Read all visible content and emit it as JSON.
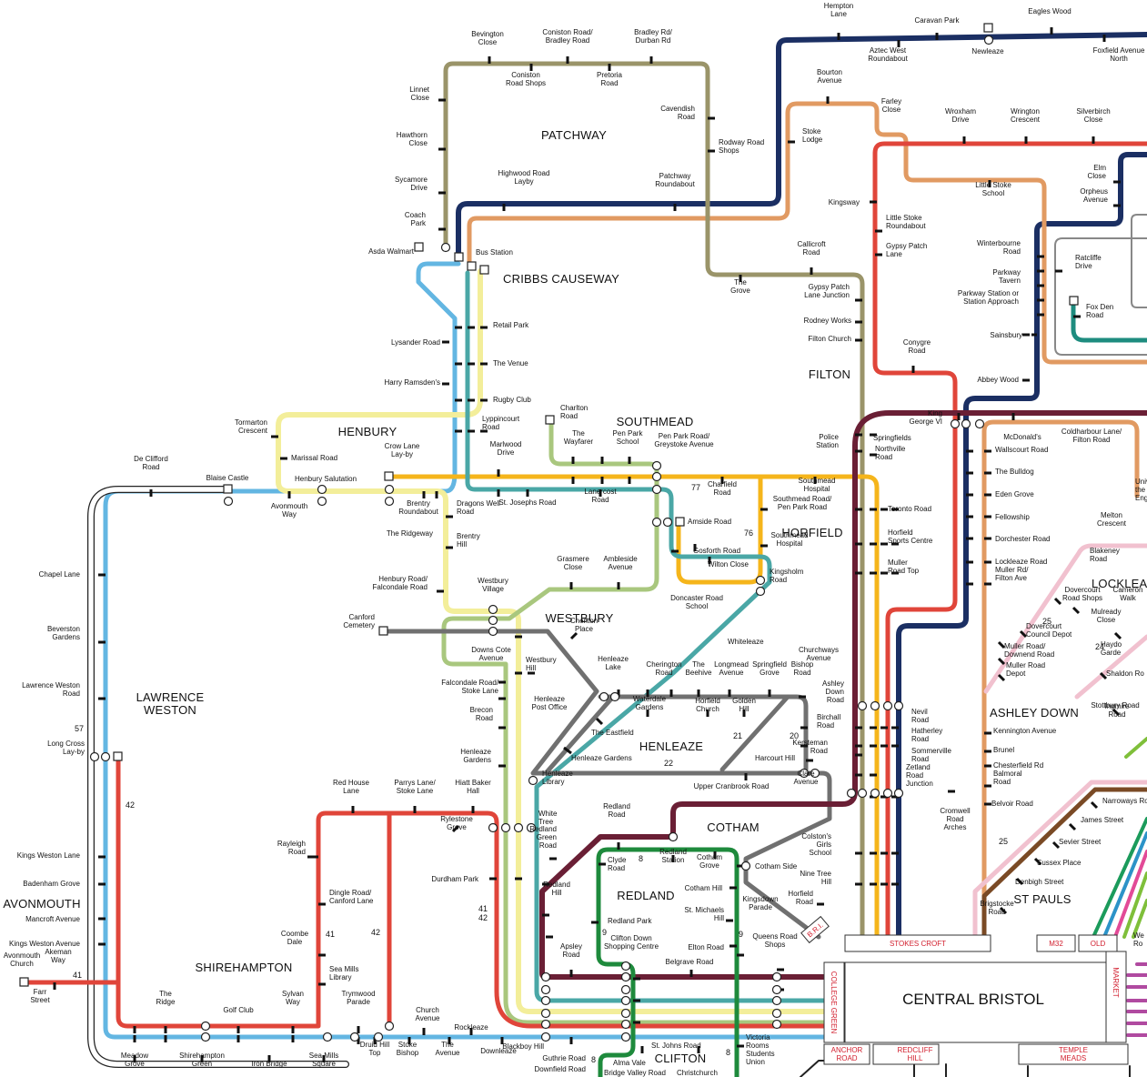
{
  "areas": {
    "patchway": "PATCHWAY",
    "cribbs": "CRIBBS CAUSEWAY",
    "henbury": "HENBURY",
    "southmead": "SOUTHMEAD",
    "filton": "FILTON",
    "horfield": "HORFIELD",
    "westbury": "WESTBURY",
    "lawrence_weston_1": "LAWRENCE",
    "lawrence_weston_2": "WESTON",
    "henleaze": "HENLEAZE",
    "cotham": "COTHAM",
    "redland": "REDLAND",
    "avonmouth": "AVONMOUTH",
    "shirehampton": "SHIREHAMPTON",
    "ashley_down": "ASHLEY DOWN",
    "st_pauls": "ST PAULS",
    "lockleaze": "LOCKLEA",
    "clifton": "CLIFTON",
    "central": "CENTRAL BRISTOL"
  },
  "boxes": {
    "stokes_croft": "STOKES CROFT",
    "college_green": "COLLEGE GREEN",
    "anchor_road_1": "ANCHOR",
    "anchor_road_2": "ROAD",
    "redcliff_1": "REDCLIFF",
    "redcliff_2": "HILL",
    "temple_1": "TEMPLE",
    "temple_2": "MEADS",
    "m32": "M32",
    "old": "OLD",
    "market": "MARKET",
    "bri": "B.R.I."
  },
  "route_numbers": {
    "r77": "77",
    "r76": "76",
    "r57": "57",
    "r42a": "42",
    "r41a": "41",
    "r42b": "42",
    "r41b": "41",
    "r41c": "41",
    "r42c": "42",
    "r22": "22",
    "r21": "21",
    "r20": "20",
    "r8a": "8",
    "r9a": "9",
    "r9b": "9",
    "r8b": "8",
    "r8c": "8",
    "r25a": "25",
    "r24": "24",
    "r25b": "25"
  },
  "stops": [
    {
      "t": [
        "Hempton",
        "Lane"
      ]
    },
    {
      "t": [
        "Caravan Park"
      ]
    },
    {
      "t": [
        "Eagles Wood"
      ]
    },
    {
      "t": [
        "Aztec West",
        "Roundabout"
      ]
    },
    {
      "t": [
        "Newleaze"
      ]
    },
    {
      "t": [
        "Foxfield Avenue",
        "North"
      ]
    },
    {
      "t": [
        "Bevington",
        "Close"
      ]
    },
    {
      "t": [
        "Coniston Road/",
        "Bradley Road"
      ]
    },
    {
      "t": [
        "Bradley Rd/",
        "Durban Rd"
      ]
    },
    {
      "t": [
        "Coniston",
        "Road Shops"
      ]
    },
    {
      "t": [
        "Pretoria",
        "Road"
      ]
    },
    {
      "t": [
        "Bourton",
        "Avenue"
      ]
    },
    {
      "t": [
        "Farley",
        "Close"
      ]
    },
    {
      "t": [
        "Wroxham",
        "Drive"
      ]
    },
    {
      "t": [
        "Wrington",
        "Crescent"
      ]
    },
    {
      "t": [
        "Silverbirch",
        "Close"
      ]
    },
    {
      "t": [
        "Linnet",
        "Close"
      ]
    },
    {
      "t": [
        "Cavendish",
        "Road"
      ]
    },
    {
      "t": [
        "Stoke",
        "Lodge"
      ]
    },
    {
      "t": [
        "Rodway Road",
        "Shops"
      ]
    },
    {
      "t": [
        "Hawthorn",
        "Close"
      ]
    },
    {
      "t": [
        "Elm",
        "Close"
      ]
    },
    {
      "t": [
        "Little Stoke",
        "School"
      ]
    },
    {
      "t": [
        "Orpheus",
        "Avenue"
      ]
    },
    {
      "t": [
        "Sycamore",
        "Drive"
      ]
    },
    {
      "t": [
        "Highwood Road",
        "Layby"
      ]
    },
    {
      "t": [
        "Patchway",
        "Roundabout"
      ]
    },
    {
      "t": [
        "Kingsway"
      ]
    },
    {
      "t": [
        "Coach",
        "Park"
      ]
    },
    {
      "t": [
        "Little Stoke",
        "Roundabout"
      ]
    },
    {
      "t": [
        "Asda Walmart"
      ]
    },
    {
      "t": [
        "Bus Station"
      ]
    },
    {
      "t": [
        "Gypsy Patch",
        "Lane"
      ]
    },
    {
      "t": [
        "Callicroft",
        "Road"
      ]
    },
    {
      "t": [
        "Winterbourne",
        "Road"
      ]
    },
    {
      "t": [
        "Ratcliffe",
        "Drive"
      ]
    },
    {
      "t": [
        "Parkway",
        "Tavern"
      ]
    },
    {
      "t": [
        "The",
        "Grove"
      ]
    },
    {
      "t": [
        "Gypsy Patch",
        "Lane Junction"
      ]
    },
    {
      "t": [
        "Parkway Station or",
        "Station Approach"
      ]
    },
    {
      "t": [
        "Fox Den",
        "Road"
      ]
    },
    {
      "t": [
        "Retail Park"
      ]
    },
    {
      "t": [
        "Rodney Works"
      ]
    },
    {
      "t": [
        "Sainsbury"
      ]
    },
    {
      "t": [
        "Lysander Road"
      ]
    },
    {
      "t": [
        "Filton Church"
      ]
    },
    {
      "t": [
        "Conygre",
        "Road"
      ]
    },
    {
      "t": [
        "The Venue"
      ]
    },
    {
      "t": [
        "Abbey Wood"
      ]
    },
    {
      "t": [
        "Harry Ramsden's"
      ]
    },
    {
      "t": [
        "Rugby Club"
      ]
    },
    {
      "t": [
        "Charlton",
        "Road"
      ]
    },
    {
      "t": [
        "King",
        "George VI"
      ]
    },
    {
      "t": [
        "McDonald's"
      ]
    },
    {
      "t": [
        "Coldharbour Lane/",
        "Filton Road"
      ]
    },
    {
      "t": [
        "Tormarton",
        "Crescent"
      ]
    },
    {
      "t": [
        "Lyppincourt",
        "Road"
      ]
    },
    {
      "t": [
        "The",
        "Wayfarer"
      ]
    },
    {
      "t": [
        "Pen Park",
        "School"
      ]
    },
    {
      "t": [
        "Springfields"
      ]
    },
    {
      "t": [
        "Police",
        "Station"
      ]
    },
    {
      "t": [
        "Wallscourt Road"
      ]
    },
    {
      "t": [
        "Pen Park Road/",
        "Greystoke Avenue"
      ]
    },
    {
      "t": [
        "Marissal Road"
      ]
    },
    {
      "t": [
        "Crow Lane",
        "Lay-by"
      ]
    },
    {
      "t": [
        "Marlwood",
        "Drive"
      ]
    },
    {
      "t": [
        "Northville",
        "Road"
      ]
    },
    {
      "t": [
        "The Bulldog"
      ]
    },
    {
      "t": [
        "De Clifford",
        "Road"
      ]
    },
    {
      "t": [
        "Blaise Castle"
      ]
    },
    {
      "t": [
        "Henbury Salutation"
      ]
    },
    {
      "t": [
        "Charfield",
        "Road"
      ]
    },
    {
      "t": [
        "Southmead",
        "Hospital"
      ]
    },
    {
      "t": [
        "Eden Grove"
      ]
    },
    {
      "t": [
        "Universi",
        "the We",
        "Engla"
      ]
    },
    {
      "t": [
        "St. Josephs Road"
      ]
    },
    {
      "t": [
        "Lanercost",
        "Road"
      ]
    },
    {
      "t": [
        "Toronto Road"
      ]
    },
    {
      "t": [
        "Southmead Road/",
        "Pen Park Road"
      ]
    },
    {
      "t": [
        "Fellowship"
      ]
    },
    {
      "t": [
        "Avonmouth",
        "Way"
      ]
    },
    {
      "t": [
        "Brentry",
        "Roundabout"
      ]
    },
    {
      "t": [
        "Dragons Well",
        "Road"
      ]
    },
    {
      "t": [
        "Amside Road"
      ]
    },
    {
      "t": [
        "Melton",
        "Crescent"
      ]
    },
    {
      "t": [
        "The Ridgeway"
      ]
    },
    {
      "t": [
        "Horfield",
        "Sports Centre"
      ]
    },
    {
      "t": [
        "Dorchester Road"
      ]
    },
    {
      "t": [
        "Brentry",
        "Hill"
      ]
    },
    {
      "t": [
        "Gosforth Road"
      ]
    },
    {
      "t": [
        "Southmead",
        "Hospital"
      ]
    },
    {
      "t": [
        "Lockleaze Road"
      ]
    },
    {
      "t": [
        "Blakeney",
        "Road"
      ]
    },
    {
      "t": [
        "Chapel Lane"
      ]
    },
    {
      "t": [
        "Grasmere",
        "Close"
      ]
    },
    {
      "t": [
        "Ambleside",
        "Avenue"
      ]
    },
    {
      "t": [
        "Wilton Close"
      ]
    },
    {
      "t": [
        "Muller",
        "Road Top"
      ]
    },
    {
      "t": [
        "Muller Rd/",
        "Filton Ave"
      ]
    },
    {
      "t": [
        "Henbury Road/",
        "Falcondale Road"
      ]
    },
    {
      "t": [
        "Westbury",
        "Village"
      ]
    },
    {
      "t": [
        "Doncaster Road",
        "School"
      ]
    },
    {
      "t": [
        "Kingsholm",
        "Road"
      ]
    },
    {
      "t": [
        "Dovercourt",
        "Road Shops"
      ]
    },
    {
      "t": [
        "Cameron",
        "Walk"
      ]
    },
    {
      "t": [
        "Canford",
        "Cemetery"
      ]
    },
    {
      "t": [
        "Cherlton",
        "Place"
      ]
    },
    {
      "t": [
        "Whiteleaze"
      ]
    },
    {
      "t": [
        "Mulready",
        "Close"
      ]
    },
    {
      "t": [
        "Dovercourt",
        "Council Depot"
      ]
    },
    {
      "t": [
        "Beverston",
        "Gardens"
      ]
    },
    {
      "t": [
        "Downs Cote",
        "Avenue"
      ]
    },
    {
      "t": [
        "Haydo",
        "Garde"
      ]
    },
    {
      "t": [
        "Westbury",
        "Hill"
      ]
    },
    {
      "t": [
        "Henleaze",
        "Lake"
      ]
    },
    {
      "t": [
        "Churchways",
        "Avenue"
      ]
    },
    {
      "t": [
        "Muller Road/",
        "Downend Road"
      ]
    },
    {
      "t": [
        "Shaldon Ro"
      ]
    },
    {
      "t": [
        "Cherington",
        "Road"
      ]
    },
    {
      "t": [
        "The",
        "Beehive"
      ]
    },
    {
      "t": [
        "Longmead",
        "Avenue"
      ]
    },
    {
      "t": [
        "Springfield",
        "Grove"
      ]
    },
    {
      "t": [
        "Bishop",
        "Road"
      ]
    },
    {
      "t": [
        "Muller Road",
        "Depot"
      ]
    },
    {
      "t": [
        "Falcondale Road/",
        "Stoke Lane"
      ]
    },
    {
      "t": [
        "Ashley",
        "Down",
        "Road"
      ]
    },
    {
      "t": [
        "Lawrence Weston",
        "Road"
      ]
    },
    {
      "t": [
        "Henleaze",
        "Post Office"
      ]
    },
    {
      "t": [
        "Waterdale",
        "Gardens"
      ]
    },
    {
      "t": [
        "Horfield",
        "Church"
      ]
    },
    {
      "t": [
        "Golden",
        "Hill"
      ]
    },
    {
      "t": [
        "Stottbury Road"
      ]
    },
    {
      "t": [
        "Brecon",
        "Road"
      ]
    },
    {
      "t": [
        "The Eastfield"
      ]
    },
    {
      "t": [
        "Birchall",
        "Road"
      ]
    },
    {
      "t": [
        "Nevil",
        "Road"
      ]
    },
    {
      "t": [
        "Ingmire",
        "Road"
      ]
    },
    {
      "t": [
        "Kennington Avenue"
      ]
    },
    {
      "t": [
        "Hatherley",
        "Road"
      ]
    },
    {
      "t": [
        "Long Cross",
        "Lay-by"
      ]
    },
    {
      "t": [
        "Brunel"
      ]
    },
    {
      "t": [
        "Henleaze Gardens"
      ]
    },
    {
      "t": [
        "Kersteman",
        "Road"
      ]
    },
    {
      "t": [
        "Harcourt Hill"
      ]
    },
    {
      "t": [
        "Sommerville",
        "Road"
      ]
    },
    {
      "t": [
        "Henleaze",
        "Gardens"
      ]
    },
    {
      "t": [
        "Chesterfield Rd"
      ]
    },
    {
      "t": [
        "Henleaze",
        "Library"
      ]
    },
    {
      "t": [
        "Upper Cranbrook Road"
      ]
    },
    {
      "t": [
        "Clare",
        "Avenue"
      ]
    },
    {
      "t": [
        "Zetland",
        "Road",
        "Junction"
      ]
    },
    {
      "t": [
        "Balmoral",
        "Road"
      ]
    },
    {
      "t": [
        "Red House",
        "Lane"
      ]
    },
    {
      "t": [
        "Parrys Lane/",
        "Stoke Lane"
      ]
    },
    {
      "t": [
        "Hiatt Baker",
        "Hall"
      ]
    },
    {
      "t": [
        "Narroways Ro"
      ]
    },
    {
      "t": [
        "Belvoir Road"
      ]
    },
    {
      "t": [
        "James Street"
      ]
    },
    {
      "t": [
        "Redland",
        "Road"
      ]
    },
    {
      "t": [
        "Rylestone",
        "Grove"
      ]
    },
    {
      "t": [
        "White",
        "Tree"
      ]
    },
    {
      "t": [
        "Cromwell",
        "Road",
        "Arches"
      ]
    },
    {
      "t": [
        "Sevier Street"
      ]
    },
    {
      "t": [
        "Redland",
        "Green",
        "Road"
      ]
    },
    {
      "t": [
        "Kings Weston Lane"
      ]
    },
    {
      "t": [
        "Rayleigh",
        "Road"
      ]
    },
    {
      "t": [
        "Clyde",
        "Road"
      ]
    },
    {
      "t": [
        "Redland",
        "Station"
      ]
    },
    {
      "t": [
        "Cotham",
        "Grove"
      ]
    },
    {
      "t": [
        "Cotham Side"
      ]
    },
    {
      "t": [
        "Colston's",
        "Girls",
        "School"
      ]
    },
    {
      "t": [
        "Sussex Place"
      ]
    },
    {
      "t": [
        "Badenham Grove"
      ]
    },
    {
      "t": [
        "Durdham Park"
      ]
    },
    {
      "t": [
        "Redland",
        "Hill"
      ]
    },
    {
      "t": [
        "Cotham Hill"
      ]
    },
    {
      "t": [
        "Nine Tree",
        "Hill"
      ]
    },
    {
      "t": [
        "Denbigh Street"
      ]
    },
    {
      "t": [
        "Dingle Road/",
        "Canford Lane"
      ]
    },
    {
      "t": [
        "Kingsdown",
        "Parade"
      ]
    },
    {
      "t": [
        "Horfield",
        "Road"
      ]
    },
    {
      "t": [
        "Mancroft Avenue"
      ]
    },
    {
      "t": [
        "Redland Park"
      ]
    },
    {
      "t": [
        "St. Michaels",
        "Hill"
      ]
    },
    {
      "t": [
        "Brigstocke",
        "Road"
      ]
    },
    {
      "t": [
        "Kings Weston Avenue"
      ]
    },
    {
      "t": [
        "Coombe",
        "Dale"
      ]
    },
    {
      "t": [
        "Elton Road"
      ]
    },
    {
      "t": [
        "Clifton Down",
        "Shopping Centre"
      ]
    },
    {
      "t": [
        "Queens Road",
        "Shops"
      ]
    },
    {
      "t": [
        "Apsley",
        "Road"
      ]
    },
    {
      "t": [
        "Belgrave Road"
      ]
    },
    {
      "t": [
        "Akeman",
        "Way"
      ]
    },
    {
      "t": [
        "Avonmouth",
        "Church"
      ]
    },
    {
      "t": [
        "Sea Mills",
        "Library"
      ]
    },
    {
      "t": [
        "Farr",
        "Street"
      ]
    },
    {
      "t": [
        "The",
        "Ridge"
      ]
    },
    {
      "t": [
        "Golf Club"
      ]
    },
    {
      "t": [
        "Sylvan",
        "Way"
      ]
    },
    {
      "t": [
        "Trymwood",
        "Parade"
      ]
    },
    {
      "t": [
        "Church",
        "Avenue"
      ]
    },
    {
      "t": [
        "Rockleaze"
      ]
    },
    {
      "t": [
        "Druid Hill",
        "Top"
      ]
    },
    {
      "t": [
        "Stoke",
        "Bishop"
      ]
    },
    {
      "t": [
        "The",
        "Avenue"
      ]
    },
    {
      "t": [
        "Downleaze"
      ]
    },
    {
      "t": [
        "Blackboy Hill"
      ]
    },
    {
      "t": [
        "St. Johns Road"
      ]
    },
    {
      "t": [
        "Victoria",
        "Rooms"
      ]
    },
    {
      "t": [
        "Students",
        "Union"
      ]
    },
    {
      "t": [
        "Meadow",
        "Grove"
      ]
    },
    {
      "t": [
        "Shirehampton",
        "Green"
      ]
    },
    {
      "t": [
        "Iron Bridge"
      ]
    },
    {
      "t": [
        "Sea Mills",
        "Square"
      ]
    },
    {
      "t": [
        "Guthrie Road"
      ]
    },
    {
      "t": [
        "Alma Vale"
      ]
    },
    {
      "t": [
        "Downfield Road"
      ]
    },
    {
      "t": [
        "Bridge Valley Road"
      ]
    },
    {
      "t": [
        "Christchurch"
      ]
    },
    {
      "t": [
        "We",
        "Ro"
      ]
    }
  ],
  "colors": {
    "navy": "#1b2f63",
    "orange": "#e19a62",
    "red": "#e0453a",
    "olive": "#9a9469",
    "sky": "#63b6e2",
    "pale_yellow": "#f3ee9a",
    "yellow": "#f5b51b",
    "teal": "#4aa7a6",
    "light_green": "#a9c77e",
    "grey": "#707070",
    "maroon": "#6a1f35",
    "green": "#1e8a3c",
    "pink": "#f1c1cf",
    "brown": "#7a4a25",
    "teal_dark": "#1e8c7f"
  }
}
